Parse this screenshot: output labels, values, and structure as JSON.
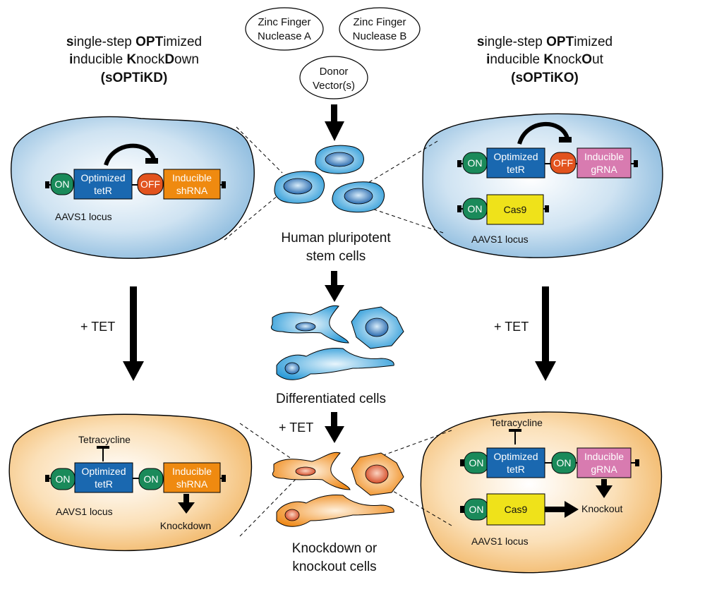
{
  "titles": {
    "left": {
      "line1": {
        "s": "s",
        "a": "ingle-step ",
        "b": "OPT",
        "c": "imized"
      },
      "line2": {
        "a": "i",
        "b": "nducible ",
        "c": "K",
        "d": "nock",
        "e": "D",
        "f": "own"
      },
      "line3": "(sOPTiKD)"
    },
    "right": {
      "line1": {
        "s": "s",
        "a": "ingle-step ",
        "b": "OPT",
        "c": "imized"
      },
      "line2": {
        "a": "i",
        "b": "nducible ",
        "c": "K",
        "d": "nock",
        "e": "O",
        "f": "ut"
      },
      "line3": "(sOPTiKO)"
    }
  },
  "reagents": {
    "zfn_a": [
      "Zinc Finger",
      "Nuclease A"
    ],
    "zfn_b": [
      "Zinc Finger",
      "Nuclease B"
    ],
    "donor": [
      "Donor",
      "Vector(s)"
    ]
  },
  "center_labels": {
    "hpsc": [
      "Human pluripotent",
      "stem cells"
    ],
    "differentiated": "Differentiated cells",
    "tet": "+ TET",
    "knock": [
      "Knockdown or",
      "knockout cells"
    ]
  },
  "side_labels": {
    "tet_left": "+ TET",
    "tet_right": "+ TET"
  },
  "cassette": {
    "on": "ON",
    "off": "OFF",
    "tetR": [
      "Optimized",
      "tetR"
    ],
    "shRNA": [
      "Inducible",
      "shRNA"
    ],
    "gRNA": [
      "Inducible",
      "gRNA"
    ],
    "cas9": "Cas9",
    "locus": "AAVS1 locus",
    "tetracycline": "Tetracycline",
    "knockdown": "Knockdown",
    "knockout": "Knockout"
  },
  "colors": {
    "blue_cell": "#8fbfe0",
    "orange_cell": "#f2b86a",
    "on_green": "#1a8a5a",
    "tetR_blue": "#1a68b0",
    "off_red": "#e2531e",
    "shRNA_orange": "#ef8a10",
    "gRNA_pink": "#d87bb0",
    "cas9_yellow": "#efe21a"
  }
}
